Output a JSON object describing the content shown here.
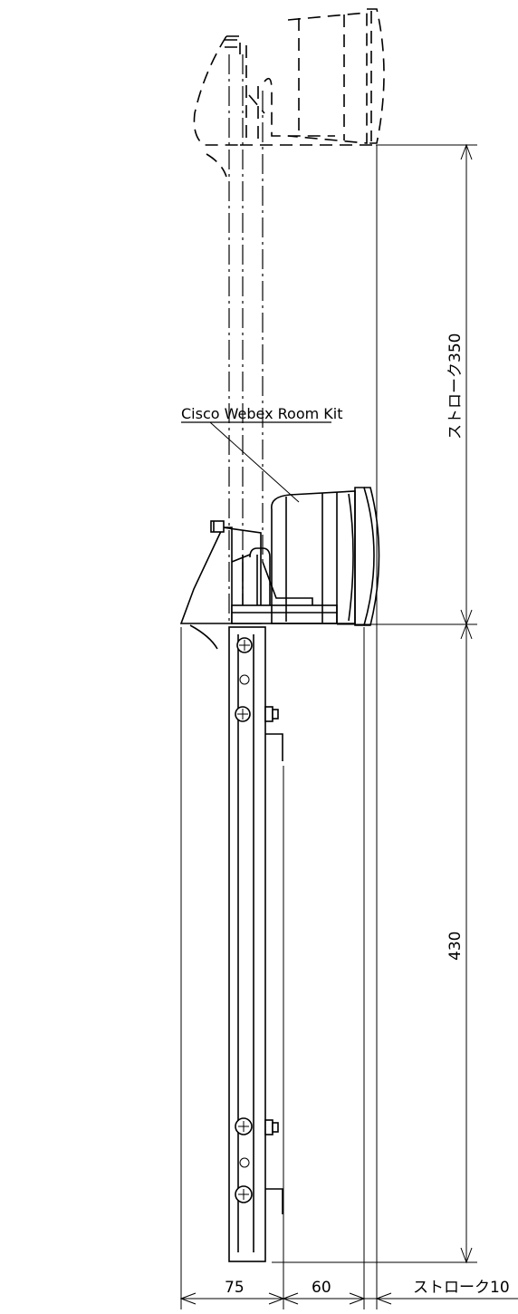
{
  "drawing": {
    "callout_label": "Cisco Webex Room Kit",
    "dimensions": {
      "stroke_vertical": "ストローク350",
      "lower_height": "430",
      "depth_bracket": "75",
      "depth_gap": "60",
      "stroke_horizontal": "ストローク10"
    }
  }
}
